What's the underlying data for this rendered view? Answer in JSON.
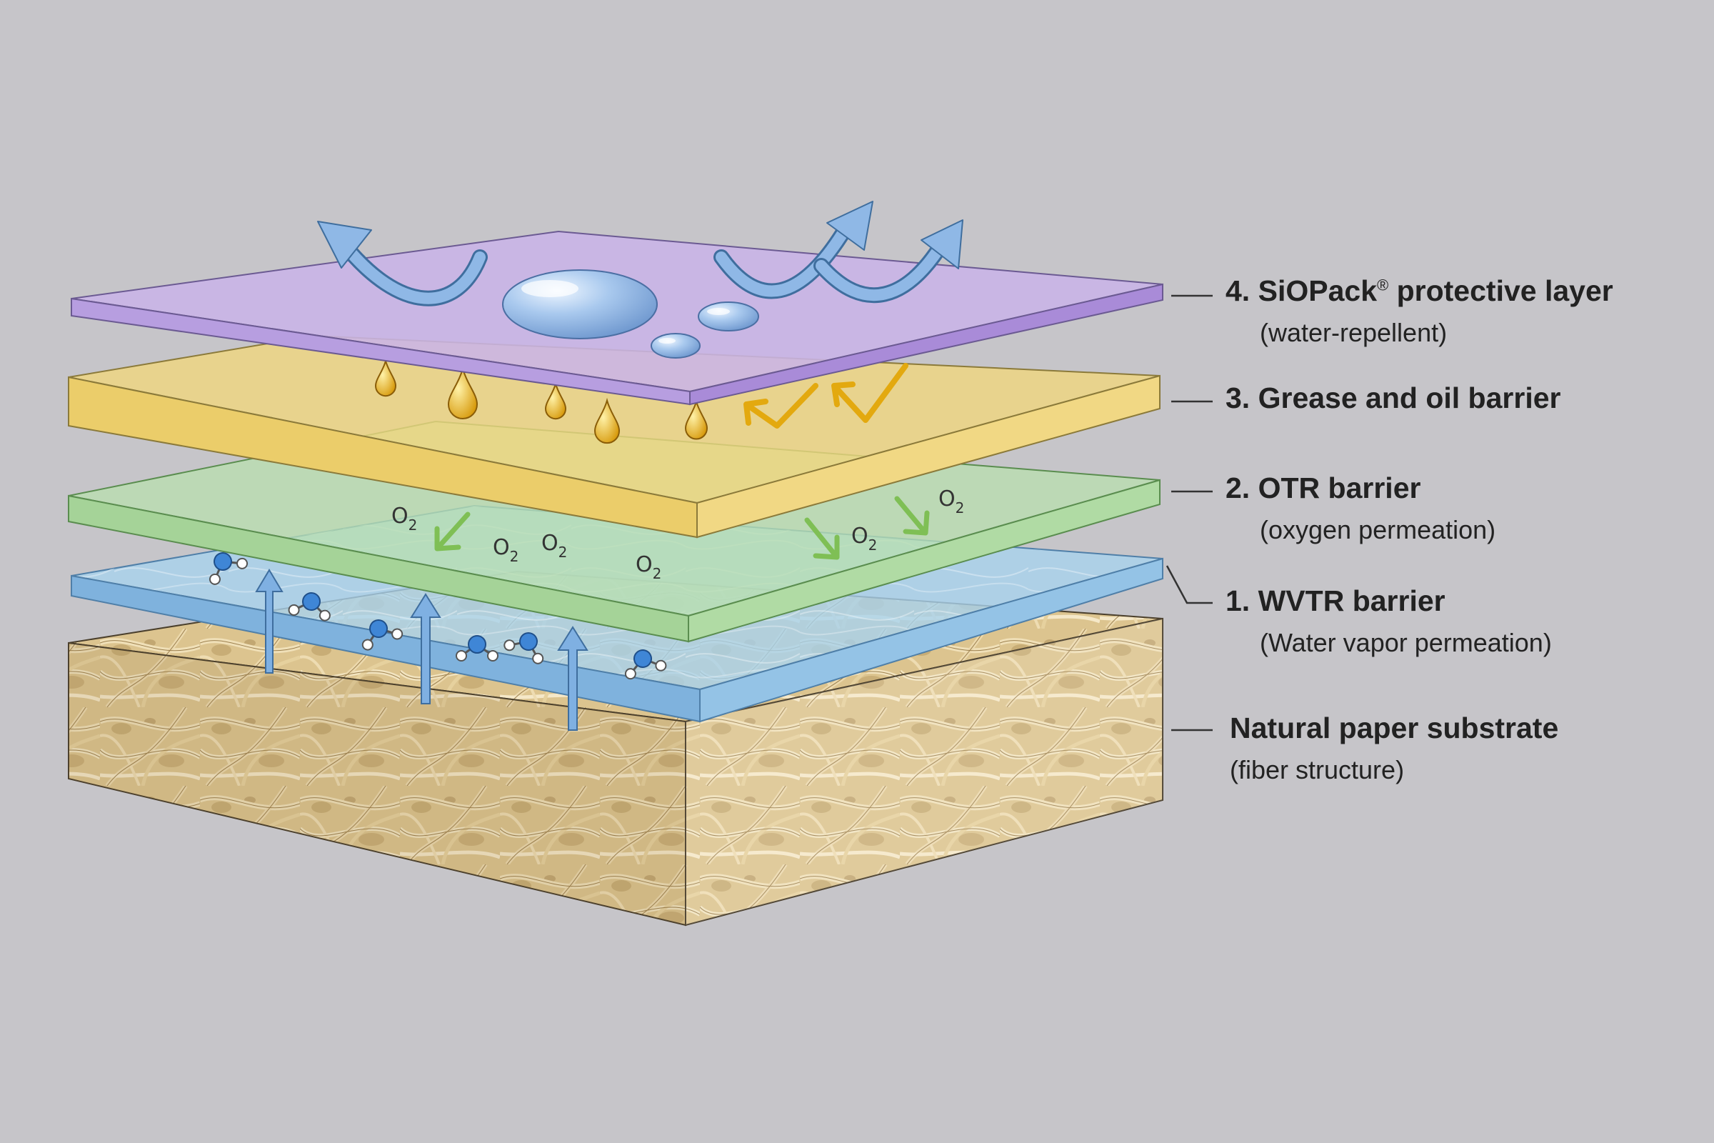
{
  "layers": [
    {
      "id": "protective",
      "number": "4.",
      "name": "SiOPack",
      "mark": "®",
      "suffix": " protective layer",
      "description": "(water-repellent)",
      "color": "#c8b3e6"
    },
    {
      "id": "grease",
      "number": "3.",
      "name": "Grease and oil barrier",
      "description": "",
      "color": "#efd57c"
    },
    {
      "id": "otr",
      "number": "2.",
      "name": "OTR barrier",
      "description": "(oxygen permeation)",
      "color": "#b9dfb0"
    },
    {
      "id": "wvtr",
      "number": "1.",
      "name": "WVTR barrier",
      "description": "(Water vapor permeation)",
      "color": "#a8d2ee"
    },
    {
      "id": "substrate",
      "number": "",
      "name": "Natural paper substrate",
      "description": "(fiber structure)",
      "color": "#d9c28f"
    }
  ],
  "molecule_label": {
    "element": "O",
    "subscript": "2"
  },
  "colors": {
    "background": "#c6c5c9",
    "arrow_blue": "#8fb8e6",
    "droplet_gold": "#e0a91a",
    "arrow_green": "#9fcf7a",
    "molecule_blue": "#3f86d6",
    "leader_line": "#333333"
  }
}
